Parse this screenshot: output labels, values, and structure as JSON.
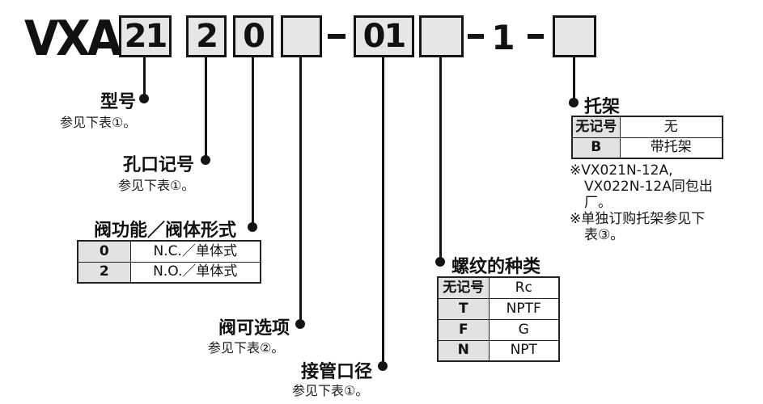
{
  "code": {
    "prefix": "VXA",
    "boxes": [
      {
        "value": "21"
      },
      {
        "value": "2"
      },
      {
        "value": "0"
      },
      {
        "value": ""
      },
      {
        "value": "01"
      },
      {
        "value": ""
      },
      {
        "value": ""
      }
    ],
    "separators": [
      "-",
      "-",
      "-"
    ],
    "fixed_digit": "1"
  },
  "callouts": {
    "model": {
      "title": "型号",
      "note": "参见下表①。"
    },
    "orifice": {
      "title": "孔口记号",
      "note": "参见下表①。"
    },
    "valve_function": {
      "title": "阀功能／阀体形式",
      "rows": [
        [
          "0",
          "N.C.／单体式"
        ],
        [
          "2",
          "N.O.／单体式"
        ]
      ]
    },
    "valve_option": {
      "title": "阀可选项",
      "note": "参见下表②。"
    },
    "port_size": {
      "title": "接管口径",
      "note": "参见下表①。"
    },
    "thread_type": {
      "title": "螺纹的种类",
      "rows": [
        [
          "无记号",
          "Rc"
        ],
        [
          "T",
          "NPTF"
        ],
        [
          "F",
          "G"
        ],
        [
          "N",
          "NPT"
        ]
      ]
    },
    "bracket": {
      "title": "托架",
      "rows": [
        [
          "无记号",
          "无"
        ],
        [
          "B",
          "带托架"
        ]
      ],
      "notes": [
        "※VX021N-12A,",
        "VX022N-12A同包出",
        "厂。",
        "※单独订购托架参见下",
        "表③。"
      ]
    }
  },
  "colors": {
    "background": "#ffffff",
    "box_fill": "#e6e6e6",
    "table_key_fill": "#e2e2e2",
    "line_color": "#141414"
  }
}
